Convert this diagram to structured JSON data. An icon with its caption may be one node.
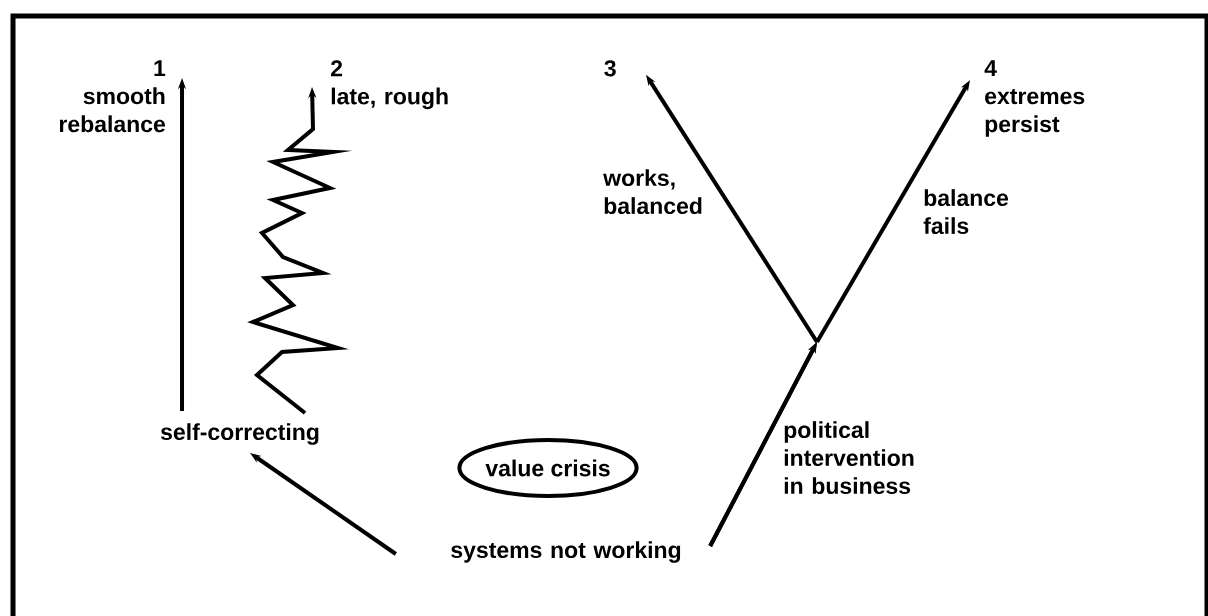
{
  "diagram": {
    "nodes": [
      {
        "text": [
          "1",
          "smooth rebalance"
        ]
      },
      {
        "text": [
          "2",
          "late, rough"
        ]
      },
      {
        "text": [
          "3"
        ]
      },
      {
        "text": [
          "4",
          "extremes persist"
        ]
      },
      {
        "text": [
          "self-correcting"
        ]
      },
      {
        "text": [
          "value crisis"
        ]
      },
      {
        "text": [
          "systems not working"
        ]
      }
    ],
    "edges": [
      {
        "from": 4,
        "to": 0,
        "arrow": "to"
      },
      {
        "from": 4,
        "to": 1,
        "arrow": "to"
      },
      {
        "from": 6,
        "to": 4,
        "arrow": "to"
      },
      {
        "from": 6,
        "to": 2,
        "arrow": "to",
        "label": "works, balanced"
      },
      {
        "from": 6,
        "to": 3,
        "arrow": "to",
        "label": "balance fails"
      }
    ],
    "labels": [
      "political intervention in business"
    ]
  }
}
